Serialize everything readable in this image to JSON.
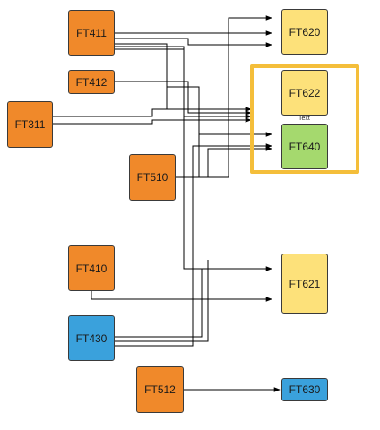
{
  "colors": {
    "orange": "#f0892a",
    "yellow": "#fde17a",
    "blue": "#3aa1dc",
    "green": "#a5d96e",
    "highlight": "#f4be3a",
    "line": "#000000"
  },
  "nodes": {
    "ft411": {
      "label": "FT411",
      "color": "orange"
    },
    "ft412": {
      "label": "FT412",
      "color": "orange"
    },
    "ft311": {
      "label": "FT311",
      "color": "orange"
    },
    "ft510": {
      "label": "FT510",
      "color": "orange"
    },
    "ft410": {
      "label": "FT410",
      "color": "orange"
    },
    "ft430": {
      "label": "FT430",
      "color": "blue"
    },
    "ft512": {
      "label": "FT512",
      "color": "orange"
    },
    "ft620": {
      "label": "FT620",
      "color": "yellow"
    },
    "ft622": {
      "label": "FT622",
      "color": "yellow"
    },
    "ft640": {
      "label": "FT640",
      "color": "green"
    },
    "ft621": {
      "label": "FT621",
      "color": "yellow"
    },
    "ft630": {
      "label": "FT630",
      "color": "blue"
    }
  },
  "annotation": {
    "text": "Text"
  }
}
